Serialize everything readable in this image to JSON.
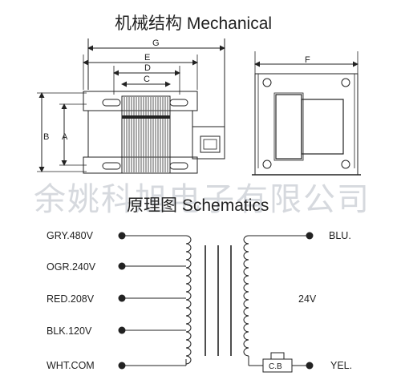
{
  "mechanical": {
    "title": "机械结构  Mechanical",
    "dims": {
      "G": "G",
      "E": "E",
      "D": "D",
      "C": "C",
      "B": "B",
      "A": "A",
      "F": "F"
    }
  },
  "watermark": "余姚科旭电子有限公司",
  "schematic": {
    "title": "原理图  Schematics",
    "primary_taps": [
      "GRY.480V",
      "OGR.240V",
      "RED.208V",
      "BLK.120V",
      "WHT.COM"
    ],
    "secondary_top": "BLU.",
    "secondary_voltage": "24V",
    "secondary_bottom": "YEL.",
    "breaker": "C.B"
  },
  "colors": {
    "line": "#222222",
    "lamination": "#555555",
    "watermark": "#c9cdd3"
  }
}
